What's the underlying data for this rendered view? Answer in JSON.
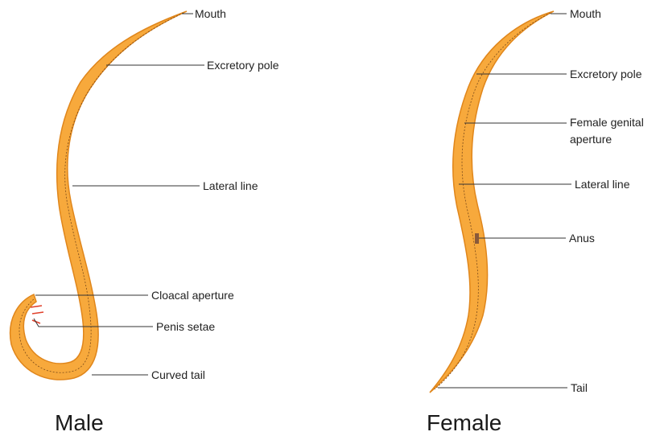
{
  "colors": {
    "body_fill": "#f7a93c",
    "body_edge": "#e0861b",
    "center_line": "#7a4a1a",
    "setae": "#e0402a",
    "anus": "#8a5a3a",
    "leader": "#333333",
    "text": "#222222"
  },
  "male": {
    "caption": "Male",
    "labels": {
      "mouth": "Mouth",
      "excretory_pole": "Excretory pole",
      "lateral_line": "Lateral line",
      "cloacal_aperture": "Cloacal aperture",
      "penis_setae": "Penis setae",
      "curved_tail": "Curved tail"
    }
  },
  "female": {
    "caption": "Female",
    "labels": {
      "mouth": "Mouth",
      "excretory_pole": "Excretory pole",
      "genital_aperture_line1": "Female genital",
      "genital_aperture_line2": "aperture",
      "lateral_line": "Lateral line",
      "anus": "Anus",
      "tail": "Tail"
    }
  }
}
